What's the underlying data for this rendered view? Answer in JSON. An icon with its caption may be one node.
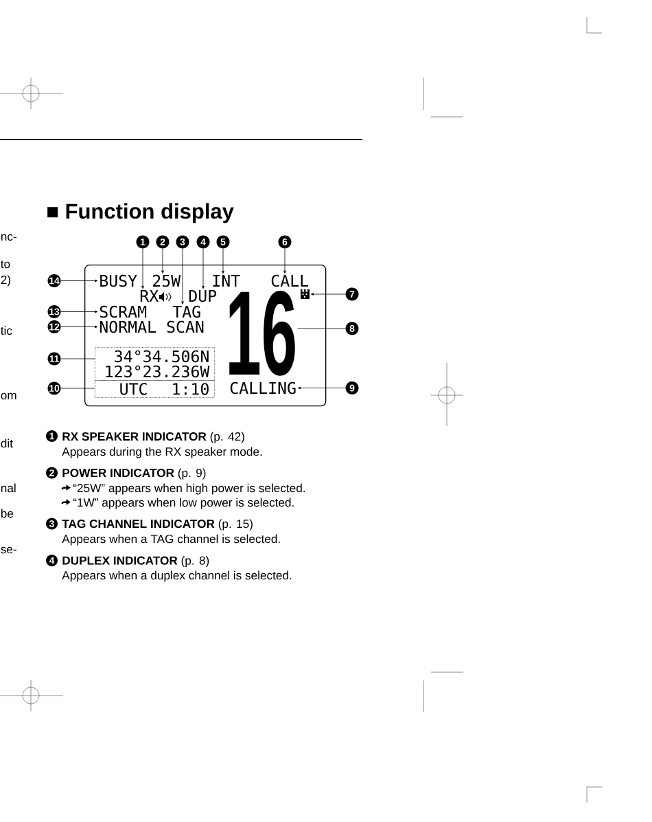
{
  "diagram": {
    "title": "■ Function display",
    "nodes": [
      {
        "text": [],
        "shape": "box"
      },
      {
        "text": [
          "BUSY"
        ],
        "in": 0
      },
      {
        "text": [
          "25W"
        ],
        "in": 0
      },
      {
        "text": [
          "INT"
        ],
        "in": 0
      },
      {
        "text": [
          "CALL"
        ],
        "in": 0
      },
      {
        "text": [
          "RX"
        ],
        "in": 0
      },
      {
        "text": [
          "DUP"
        ],
        "in": 0
      },
      {
        "text": [],
        "shape": "picture",
        "in": 0
      },
      {
        "text": [
          "16"
        ],
        "in": 0
      },
      {
        "text": [
          "SCRAM"
        ],
        "in": 0
      },
      {
        "text": [
          "TAG"
        ],
        "in": 0
      },
      {
        "text": [
          "NORMAL SCAN"
        ],
        "in": 0
      },
      {
        "text": [
          "34°34.506N",
          "123°23.236W"
        ],
        "in": 0
      },
      {
        "text": [
          "UTC",
          "1:10"
        ],
        "in": 0
      },
      {
        "text": [
          "CALLING"
        ],
        "in": 0
      },
      {
        "text": [
          "1"
        ]
      },
      {
        "text": [
          "2"
        ]
      },
      {
        "text": [
          "3"
        ]
      },
      {
        "text": [
          "4"
        ]
      },
      {
        "text": [
          "5"
        ]
      },
      {
        "text": [
          "6"
        ]
      },
      {
        "text": [
          "14"
        ]
      },
      {
        "text": [
          "7"
        ]
      },
      {
        "text": [
          "13"
        ]
      },
      {
        "text": [
          "12"
        ]
      },
      {
        "text": [
          "8"
        ]
      },
      {
        "text": [
          "11"
        ]
      },
      {
        "text": [
          "10"
        ]
      },
      {
        "text": [
          "9"
        ]
      },
      {
        "text": [
          "1"
        ],
        "beside": [
          "**RX SPEAKER INDICATOR** (p. 42)",
          "Appears during the RX speaker mode."
        ]
      },
      {
        "text": [
          "2"
        ],
        "beside": [
          "**POWER INDICATOR** (p. 9)",
          "“25W” appears when high power is selected.",
          "“1W” appears when low power is selected."
        ]
      },
      {
        "text": [
          "3"
        ],
        "beside": [
          "**TAG CHANNEL INDICATOR** (p. 15)",
          "Appears when a TAG channel is selected."
        ]
      },
      {
        "text": [
          "4"
        ],
        "beside": [
          "**DUPLEX INDICATOR** (p. 8)",
          "Appears when a duplex channel is selected."
        ]
      }
    ],
    "edges": [
      {
        "from": 15,
        "to": 5,
        "arrow": "to"
      },
      {
        "from": 16,
        "to": 2,
        "arrow": "to"
      },
      {
        "from": 17,
        "to": 10,
        "arrow": "to"
      },
      {
        "from": 18,
        "to": 6,
        "arrow": "to"
      },
      {
        "from": 19,
        "to": 3,
        "arrow": "to"
      },
      {
        "from": 20,
        "to": 4,
        "arrow": "to"
      },
      {
        "from": 21,
        "to": 1,
        "arrow": "to"
      },
      {
        "from": 22,
        "to": 7,
        "arrow": "to"
      },
      {
        "from": 23,
        "to": 9,
        "arrow": "to"
      },
      {
        "from": 24,
        "to": 11,
        "arrow": "to"
      },
      {
        "from": 25,
        "to": 8,
        "arrow": "none"
      },
      {
        "from": 26,
        "to": 12,
        "arrow": "none"
      },
      {
        "from": 27,
        "to": 13,
        "arrow": "none"
      },
      {
        "from": 28,
        "to": 14,
        "arrow": "to"
      }
    ],
    "labels": [
      "nc-",
      "to",
      "2)",
      "tic",
      "om",
      "dit",
      "nal",
      "be",
      "se-"
    ]
  }
}
